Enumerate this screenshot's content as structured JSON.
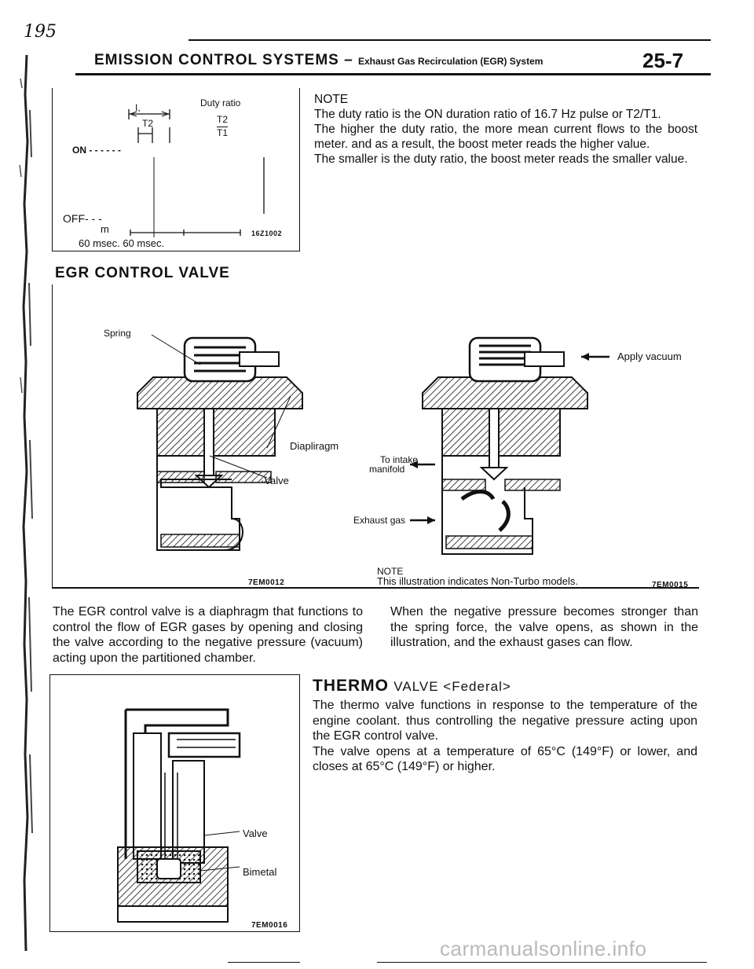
{
  "handwritten_mark": "195",
  "header": {
    "title": "EMISSION CONTROL SYSTEMS",
    "dash": "–",
    "subtitle": "Exhaust Gas Recirculation (EGR) System",
    "page_number": "25-7"
  },
  "duty_diagram": {
    "label_duty": "Duty ratio",
    "label_t_mark": "I,",
    "label_t2": "T2",
    "label_t2_over": "T2",
    "label_t1_under": "T1",
    "label_on": "ON - - - - - -",
    "label_off": "OFF- - -",
    "label_m": "m",
    "label_time": "60 msec. 60 msec.",
    "code": "16Z1002"
  },
  "note_top": {
    "heading": "NOTE",
    "lines": [
      "The duty ratio is the ON duration ratio of 16.7 Hz pulse or T2/T1.",
      "The higher the duty ratio, the more mean current flows to the boost meter. and as a result, the boost meter reads the higher value.",
      "The smaller is the duty ratio, the boost meter reads the smaller value."
    ]
  },
  "egr_section": {
    "title": "EGR CONTROL VALVE",
    "left_figure": {
      "label_spring": "Spring",
      "label_diaphragm": "Diapliragm",
      "label_valve": "·Valve",
      "code": "7EM0012"
    },
    "right_figure": {
      "label_apply_vacuum": "Apply vacuum",
      "label_to_intake": "To intake",
      "label_manifold": "manifold",
      "label_exhaust": "Exhaust gas",
      "note_heading": "NOTE",
      "note_text": "This illustration indicates Non-Turbo models.",
      "code": "7EM0015"
    },
    "para_left": "The EGR control valve is a diaphragm that functions to control the flow of EGR gases by opening and closing the valve according to the negative pressure (vacuum) acting upon the partitioned chamber.",
    "para_right": "When the negative pressure becomes stronger than the spring force, the valve opens, as shown in the illustration, and the exhaust gases can flow."
  },
  "thermo_section": {
    "title_bold": "THERMO",
    "title_rest": "VALVE <Federal>",
    "para1": "The thermo valve functions in response to the temperature of the engine coolant. thus controlling the negative pressure acting upon the EGR control valve.",
    "para2": "The valve opens at a temperature of 65°C (149°F) or lower, and closes at 65°C (149°F) or higher.",
    "figure": {
      "label_valve": "Valve",
      "label_bimetal": "Bimetal",
      "code": "7EM0016"
    }
  },
  "watermark": "carmanualsonline.info"
}
